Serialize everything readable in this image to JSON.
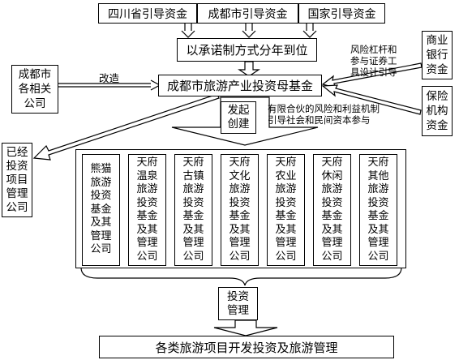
{
  "top_sources": {
    "sichuan": "四川省引导资金",
    "chengdu": "成都市引导资金",
    "national": "国家引导资金"
  },
  "commitment_box": "以承诺制方式分年到位",
  "mother_fund": "成都市旅游产业投资母基金",
  "related_companies": [
    "成都市",
    "各相关",
    "公司"
  ],
  "transform_label": "改造",
  "commercial_bank": [
    "商业",
    "银行",
    "资金"
  ],
  "insurance": [
    "保险",
    "机构",
    "资金"
  ],
  "risk_note": [
    "风险杠杆和",
    "参与证券工",
    "具设计引导"
  ],
  "establish_box": [
    "发起",
    "创建"
  ],
  "limited_partner_note": [
    "有限合伙的风险和利益机制",
    "引导社会和民间资本参与"
  ],
  "existing_projects": [
    "已经",
    "投资",
    "项目",
    "管理",
    "公司"
  ],
  "sub_funds": [
    [
      "熊猫",
      "旅游",
      "投资",
      "基金",
      "及其",
      "管理",
      "公司"
    ],
    [
      "天府",
      "温泉",
      "旅游",
      "投资",
      "基金",
      "及其",
      "管理",
      "公司"
    ],
    [
      "天府",
      "古镇",
      "旅游",
      "投资",
      "基金",
      "及其",
      "管理",
      "公司"
    ],
    [
      "天府",
      "文化",
      "旅游",
      "投资",
      "基金",
      "及其",
      "管理",
      "公司"
    ],
    [
      "天府",
      "农业",
      "旅游",
      "投资",
      "基金",
      "及其",
      "管理",
      "公司"
    ],
    [
      "天府",
      "休闲",
      "旅游",
      "投资",
      "基金",
      "及其",
      "管理",
      "公司"
    ],
    [
      "天府",
      "其他",
      "旅游",
      "投资",
      "基金",
      "及其",
      "管理",
      "公司"
    ]
  ],
  "invest_box": [
    "投资",
    "管理"
  ],
  "bottom_box": "各类旅游项目开发投资及旅游管理"
}
